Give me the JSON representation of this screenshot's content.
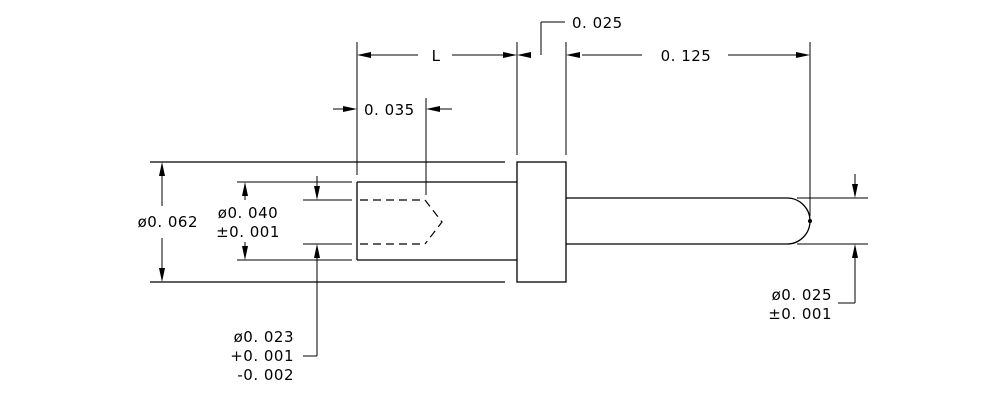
{
  "dimensions": {
    "length": "L",
    "collar_width": "0. 025",
    "tail_length": "0. 125",
    "socket_depth": "0. 035",
    "body_diameter": "ø0. 062",
    "socket_diameter": {
      "nominal": "ø0. 040",
      "tolerance": "±0. 001"
    },
    "tail_diameter": {
      "nominal": "ø0. 025",
      "tolerance": "±0. 001"
    },
    "bore_diameter": {
      "nominal": "ø0. 023",
      "tol_plus": "+0. 001",
      "tol_minus": "-0. 002"
    }
  }
}
